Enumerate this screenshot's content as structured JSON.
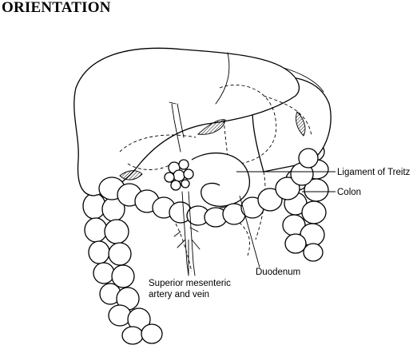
{
  "title": "ORIENTATION",
  "labels": {
    "ligament": "Ligament of Treitz",
    "colon": "Colon",
    "duodenum": "Duodenum",
    "sma_line1": "Superior mesenteric",
    "sma_line2": "artery and vein"
  }
}
